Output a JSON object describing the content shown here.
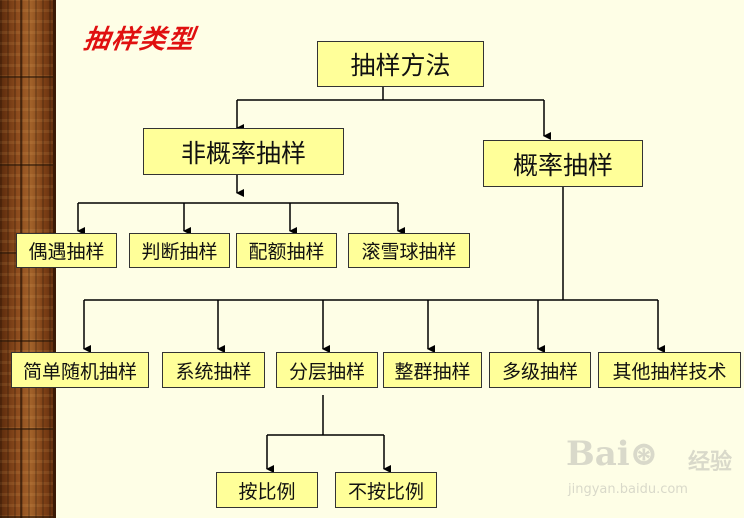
{
  "title": "抽样类型",
  "nodes": {
    "root": "抽样方法",
    "nonprob": "非概率抽样",
    "prob": "概率抽样",
    "np1": "偶遇抽样",
    "np2": "判断抽样",
    "np3": "配额抽样",
    "np4": "滚雪球抽样",
    "p1": "简单随机抽样",
    "p2": "系统抽样",
    "p3": "分层抽样",
    "p4": "整群抽样",
    "p5": "多级抽样",
    "p6": "其他抽样技术",
    "s1": "按比例",
    "s2": "不按比例"
  },
  "watermark": {
    "logo": "Bai⊛",
    "sub": "经验",
    "url": "jingyan.baidu.com"
  },
  "colors": {
    "node_fill": "#FFFF99",
    "title": "#E01010",
    "background": "#FEFEE6"
  }
}
